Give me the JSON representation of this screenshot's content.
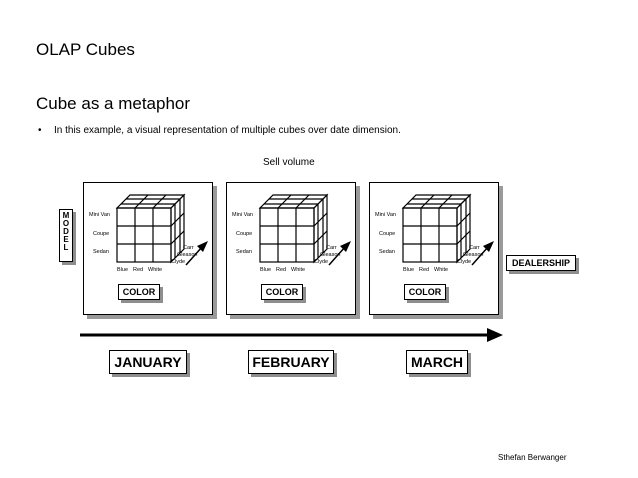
{
  "slide": {
    "title": "OLAP Cubes",
    "heading": "Cube as a metaphor",
    "bullet_marker": "•",
    "bullet": "In this example, a visual representation of multiple cubes over date dimension.",
    "chart_caption": "Sell volume",
    "author": "Sthefan Berwanger"
  },
  "diagram": {
    "model_label": [
      "M",
      "O",
      "D",
      "E",
      "L"
    ],
    "models": [
      "Mini Van",
      "Coupe",
      "Sedan"
    ],
    "dealers": [
      "Carr",
      "Gleason",
      "Clyde"
    ],
    "colors": [
      "Blue",
      "Red",
      "White"
    ],
    "color_label": "COLOR",
    "dealership_label": "DEALERSHIP",
    "months": [
      "JANUARY",
      "FEBRUARY",
      "MARCH"
    ]
  }
}
